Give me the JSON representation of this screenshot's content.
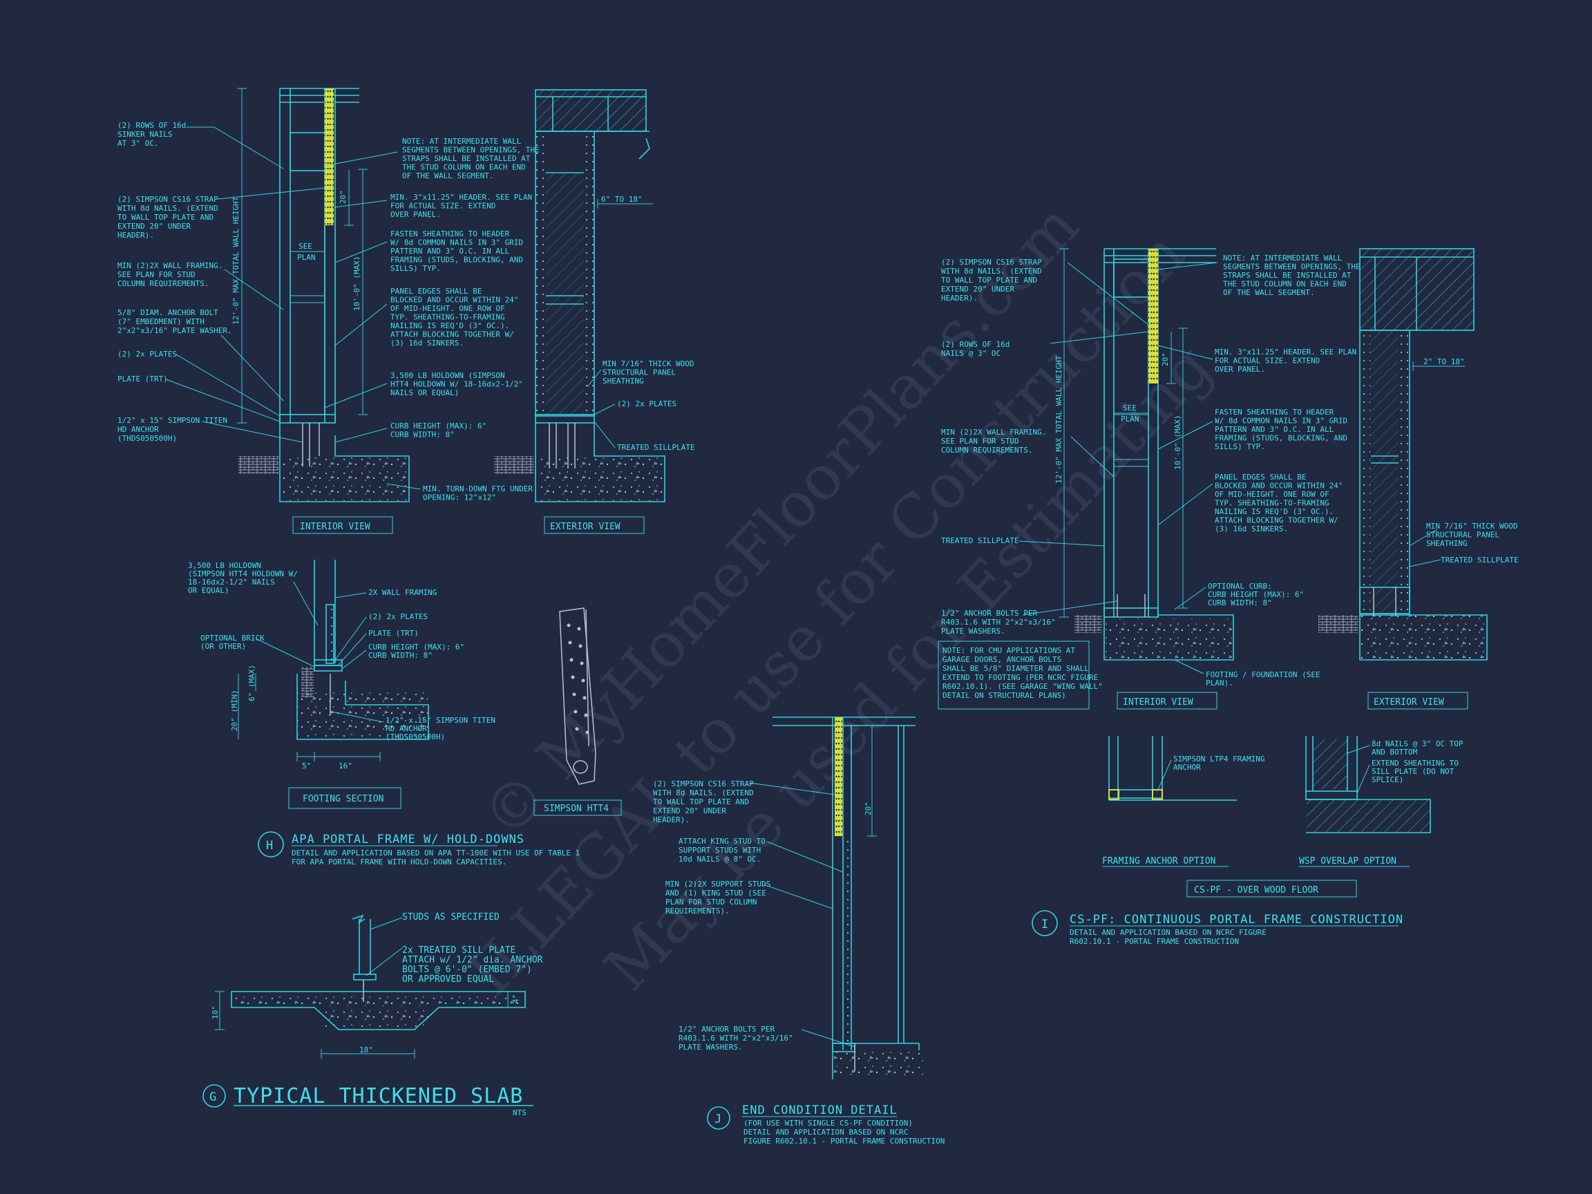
{
  "watermark": {
    "line1": "© MyHomeFloorPlans.com",
    "line2": "ILLEGAL to use for Construction",
    "line3": "May be used for Estimating"
  },
  "detail_h": {
    "interior": {
      "notes_left": [
        [
          "(2) ROWS OF 16d",
          "SINKER NAILS",
          "AT 3\" OC."
        ],
        [
          "(2) SIMPSON CS16 STRAP",
          "WITH 8d NAILS. (EXTEND",
          "TO WALL TOP PLATE AND",
          "EXTEND 20\" UNDER",
          "HEADER)."
        ],
        [
          "MIN (2)2X WALL FRAMING.",
          "SEE PLAN FOR STUD",
          "COLUMN REQUIREMENTS."
        ],
        [
          "5/8\" DIAM. ANCHOR BOLT",
          "(7\" EMBEDMENT) WITH",
          "2\"x2\"x3/16\" PLATE WASHER."
        ],
        [
          "(2) 2x PLATES"
        ],
        [
          "PLATE (TRT)"
        ],
        [
          "1/2\" x 15\" SIMPSON TITEN",
          "HD ANCHOR",
          "(THDS050500H)"
        ]
      ],
      "notes_right": [
        [
          "NOTE: AT INTERMEDIATE WALL",
          "SEGMENTS BETWEEN OPENINGS, THE",
          "STRAPS SHALL BE INSTALLED AT",
          "THE STUD COLUMN ON EACH END",
          "OF THE WALL SEGMENT."
        ],
        [
          "MIN. 3\"x11.25\" HEADER. SEE PLAN",
          "FOR ACTUAL SIZE. EXTEND",
          "OVER PANEL."
        ],
        [
          "FASTEN SHEATHING TO HEADER",
          "W/ 8d COMMON NAILS IN 3\" GRID",
          "PATTERN AND 3\" O.C. IN ALL",
          "FRAMING (STUDS, BLOCKING, AND",
          "SILLS) TYP."
        ],
        [
          "PANEL EDGES SHALL BE",
          "BLOCKED AND OCCUR WITHIN 24\"",
          "OF MID-HEIGHT. ONE ROW OF",
          "TYP. SHEATHING-TO-FRAMING",
          "NAILING IS REQ'D (3\" OC.).",
          "ATTACH BLOCKING TOGETHER W/",
          "(3) 16d SINKERS."
        ],
        [
          "3,500 LB HOLDOWN (SIMPSON",
          "HTT4 HOLDOWN W/ 18-16dx2-1/2\"",
          "NAILS OR EQUAL)"
        ],
        [
          "CURB HEIGHT (MAX): 6\"",
          "CURB WIDTH: 8\""
        ],
        [
          "MIN. TURN-DOWN FTG UNDER",
          "OPENING: 12\"x12\""
        ]
      ],
      "dim_total": "12'-0\" MAX TOTAL WALL HEIGHT",
      "dim_wall": "10'-0\" (MAX)",
      "dim_header": "20\"",
      "see_plan": [
        "SEE",
        "PLAN"
      ],
      "title": "INTERIOR VIEW"
    },
    "exterior": {
      "dim_range": "6\" TO 18\"",
      "notes": [
        [
          "MIN 7/16\" THICK WOOD",
          "STRUCTURAL PANEL",
          "SHEATHING"
        ],
        [
          "(2) 2x PLATES"
        ],
        [
          "TREATED SILLPLATE"
        ]
      ],
      "title": "EXTERIOR VIEW"
    },
    "footing": {
      "notes_left": [
        [
          "3,500 LB HOLDOWN",
          "(SIMPSON HTT4 HOLDOWN W/",
          "18-16dx2-1/2\" NAILS",
          "OR EQUAL)"
        ],
        [
          "OPTIONAL BRICK",
          "(OR OTHER)"
        ]
      ],
      "notes_right": [
        [
          "2X WALL FRAMING"
        ],
        [
          "(2) 2x PLATES"
        ],
        [
          "PLATE (TRT)"
        ],
        [
          "CURB HEIGHT (MAX): 6\"",
          "CURB WIDTH: 8\""
        ],
        [
          "1/2\" x 15\" SIMPSON TITEN",
          "HD ANCHOR",
          "(THDS050500H)"
        ]
      ],
      "dim_curb": "6\" (MAX)",
      "dim_depth": "20\" (MIN)",
      "dim_w1": "5\"",
      "dim_w2": "16\"",
      "title": "FOOTING SECTION"
    },
    "htt4_title": "SIMPSON HTT4",
    "tag": "H",
    "heading": "APA PORTAL FRAME W/ HOLD-DOWNS",
    "desc": [
      "DETAIL AND APPLICATION BASED ON APA TT-100E WITH USE OF TABLE 1",
      "FOR APA PORTAL FRAME WITH HOLD-DOWN CAPACITIES."
    ]
  },
  "detail_g": {
    "notes": [
      [
        "STUDS AS SPECIFIED"
      ],
      [
        "2x TREATED SILL PLATE",
        "ATTACH w/ 1/2\" dia. ANCHOR",
        "BOLTS @ 6'-0\" (EMBED 7\")",
        "OR APPROVED EQUAL"
      ]
    ],
    "dim_slab": "10\"",
    "dim_4": "4\"",
    "dim_18": "18\"",
    "tag": "G",
    "heading": "TYPICAL THICKENED SLAB",
    "nts": "NTS"
  },
  "detail_j": {
    "notes": [
      [
        "(2) SIMPSON CS16 STRAP",
        "WITH 8d NAILS. (EXTEND",
        "TO WALL TOP PLATE AND",
        "EXTEND 20\" UNDER",
        "HEADER)."
      ],
      [
        "ATTACH KING STUD TO",
        "SUPPORT STUDS WITH",
        "10d NAILS @ 8\" OC."
      ],
      [
        "MIN (2)2X SUPPORT STUDS",
        "AND (1) KING STUD (SEE",
        "PLAN FOR STUD COLUMN",
        "REQUIREMENTS)."
      ],
      [
        "1/2\" ANCHOR BOLTS PER",
        "R403.1.6 WITH 2\"x2\"x3/16\"",
        "PLATE WASHERS."
      ]
    ],
    "dim_header": "20\"",
    "tag": "J",
    "heading": "END CONDITION DETAIL",
    "desc": [
      "(FOR USE WITH SINGLE CS-PF CONDITION)",
      "DETAIL AND APPLICATION BASED ON NCRC",
      "FIGURE R602.10.1 - PORTAL FRAME CONSTRUCTION"
    ]
  },
  "detail_i": {
    "interior": {
      "notes_left": [
        [
          "(2) SIMPSON CS16 STRAP",
          "WITH 8d NAILS. (EXTEND",
          "TO WALL TOP PLATE AND",
          "EXTEND 20\" UNDER",
          "HEADER)."
        ],
        [
          "(2) ROWS OF 16d",
          "NAILS @ 3\" OC"
        ],
        [
          "MIN (2)2X WALL FRAMING.",
          "SEE PLAN FOR STUD",
          "COLUMN REQUIREMENTS."
        ],
        [
          "TREATED SILLPLATE"
        ],
        [
          "1/2\" ANCHOR BOLTS PER",
          "R403.1.6 WITH 2\"x2\"x3/16\"",
          "PLATE WASHERS."
        ]
      ],
      "cmu_note": [
        "NOTE: FOR CMU APPLICATIONS AT",
        "GARAGE DOORS, ANCHOR BOLTS",
        "SHALL BE 5/8\" DIAMETER AND SHALL",
        "EXTEND TO FOOTING (PER NCRC FIGURE",
        "R602.10.1). (SEE GARAGE \"WING WALL\"",
        "DETAIL ON STRUCTURAL PLANS)"
      ],
      "notes_right": [
        [
          "NOTE: AT INTERMEDIATE WALL",
          "SEGMENTS BETWEEN OPENINGS, THE",
          "STRAPS SHALL BE INSTALLED AT",
          "THE STUD COLUMN ON EACH END",
          "OF THE WALL SEGMENT."
        ],
        [
          "MIN. 3\"x11.25\" HEADER. SEE PLAN",
          "FOR ACTUAL SIZE. EXTEND",
          "OVER PANEL."
        ],
        [
          "FASTEN SHEATHING TO HEADER",
          "W/ 8d COMMON NAILS IN 3\" GRID",
          "PATTERN AND 3\" O.C. IN ALL",
          "FRAMING (STUDS, BLOCKING, AND",
          "SILLS) TYP."
        ],
        [
          "PANEL EDGES SHALL BE",
          "BLOCKED AND OCCUR WITHIN 24\"",
          "OF MID-HEIGHT. ONE ROW OF",
          "TYP. SHEATHING-TO-FRAMING",
          "NAILING IS REQ'D (3\" OC.).",
          "ATTACH BLOCKING TOGETHER W/",
          "(3) 16d SINKERS."
        ],
        [
          "OPTIONAL CURB:",
          "CURB HEIGHT (MAX): 6\"",
          "CURB WIDTH: 8\""
        ],
        [
          "FOOTING / FOUNDATION (SEE",
          "PLAN)."
        ]
      ],
      "dim_total": "12'-0\" MAX TOTAL WALL HEIGHT",
      "dim_wall": "10'-0\" (MAX)",
      "dim_header": "20\"",
      "see_plan": [
        "SEE",
        "PLAN"
      ],
      "title": "INTERIOR VIEW"
    },
    "exterior": {
      "dim_range": "2\" TO 18\"",
      "notes": [
        [
          "MIN 7/16\" THICK WOOD",
          "STRUCTURAL PANEL",
          "SHEATHING"
        ],
        [
          "TREATED SILLPLATE"
        ]
      ],
      "title": "EXTERIOR VIEW"
    },
    "anchor_option": {
      "notes": [
        [
          "SIMPSON LTP4 FRAMING",
          "ANCHOR"
        ]
      ],
      "title": "FRAMING ANCHOR OPTION"
    },
    "wsp_option": {
      "notes": [
        [
          "8d NAILS @ 3\" OC TOP",
          "AND BOTTOM"
        ],
        [
          "EXTEND SHEATHING TO",
          "SILL PLATE (DO NOT",
          "SPLICE)"
        ]
      ],
      "title": "WSP OVERLAP OPTION"
    },
    "floor_title": "CS-PF - OVER WOOD FLOOR",
    "tag": "I",
    "heading": "CS-PF: CONTINUOUS PORTAL FRAME CONSTRUCTION",
    "desc": [
      "DETAIL AND APPLICATION BASED ON NCRC FIGURE",
      "R602.10.1 - PORTAL FRAME CONSTRUCTION"
    ]
  }
}
